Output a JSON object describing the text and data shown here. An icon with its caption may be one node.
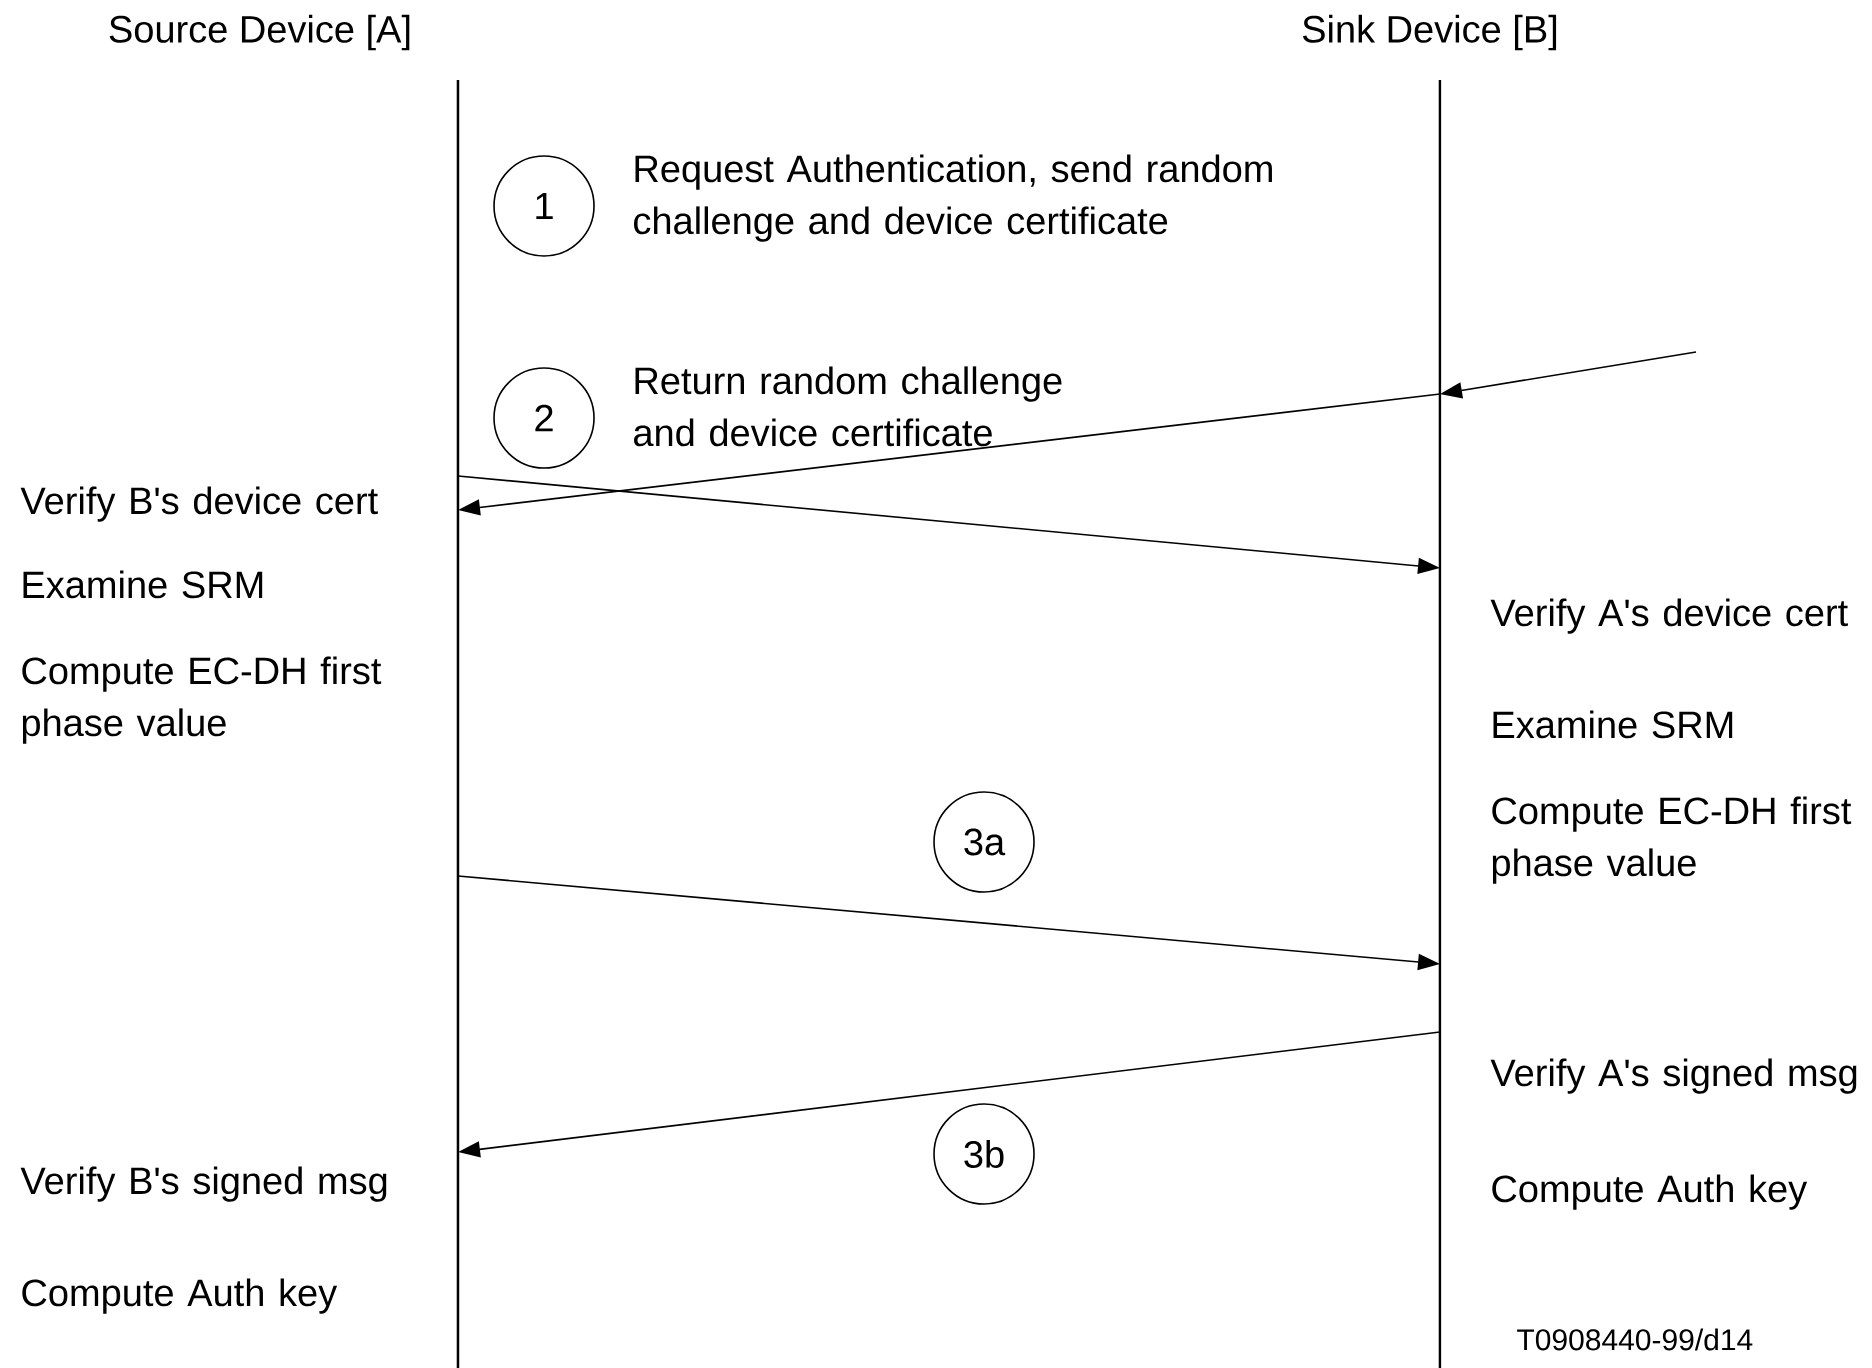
{
  "diagram": {
    "nodes": [
      {
        "text": [
          "Source Device [A]"
        ]
      },
      {
        "text": [
          "Sink Device [B]"
        ]
      },
      {
        "text": [
          "1"
        ],
        "beside": [
          "Request Authentication, send random challenge and device certificate"
        ]
      },
      {
        "text": [
          "2"
        ],
        "beside": [
          "Return random challenge and device certificate"
        ]
      },
      {
        "text": [
          "3a"
        ]
      },
      {
        "text": [
          "3b"
        ]
      }
    ],
    "edges": [
      {
        "from": null,
        "to": 1,
        "arrow": "to"
      },
      {
        "from": 1,
        "to": 0,
        "arrow": "to"
      },
      {
        "from": 0,
        "to": 1,
        "arrow": "to"
      },
      {
        "from": 0,
        "to": 1,
        "arrow": "to"
      },
      {
        "from": 1,
        "to": 0,
        "arrow": "to"
      }
    ],
    "labels": [
      "Verify B's device cert",
      "Examine SRM",
      "Verify A's device cert",
      "Compute EC-DH first phase value",
      "Examine SRM",
      "Compute EC-DH first phase value",
      "Verify A's signed msg",
      "Verify B's signed msg",
      "Compute Auth key",
      "Compute Auth key",
      "T0908440-99/d14"
    ]
  }
}
